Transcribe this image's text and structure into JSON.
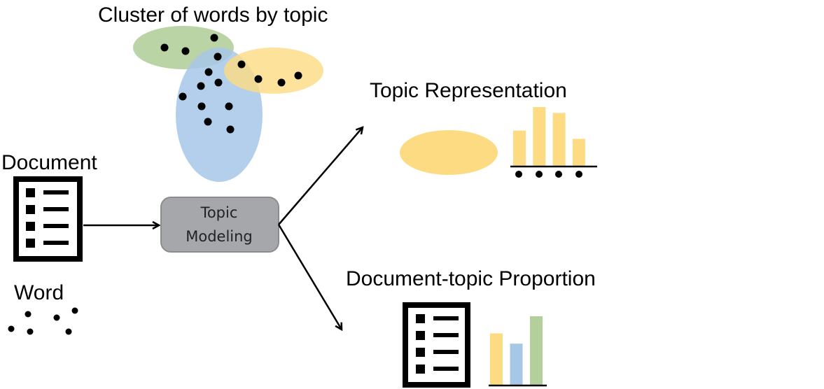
{
  "labels": {
    "cluster_title": "Cluster of words by topic",
    "document": "Document",
    "word": "Word",
    "topic_representation": "Topic Representation",
    "doc_topic_proportion": "Document-topic Proportion",
    "topic_modeling_line1": "Topic",
    "topic_modeling_line2": "Modeling"
  },
  "colors": {
    "green": "#b3cf9b",
    "blue": "#a7c7e7",
    "yellow": "#fddb82",
    "box_fill": "#a6a7aa",
    "box_stroke": "#8b8c8f",
    "ink": "#000000"
  },
  "chart_data": [
    {
      "type": "bar",
      "name": "topic-representation-bars",
      "values": [
        3,
        5,
        4.5,
        2.3
      ],
      "colors": [
        "yellow",
        "yellow",
        "yellow",
        "yellow"
      ]
    },
    {
      "type": "bar",
      "name": "document-topic-proportion-bars",
      "values": [
        3,
        2.4,
        4
      ],
      "colors": [
        "yellow",
        "blue",
        "green"
      ]
    }
  ]
}
